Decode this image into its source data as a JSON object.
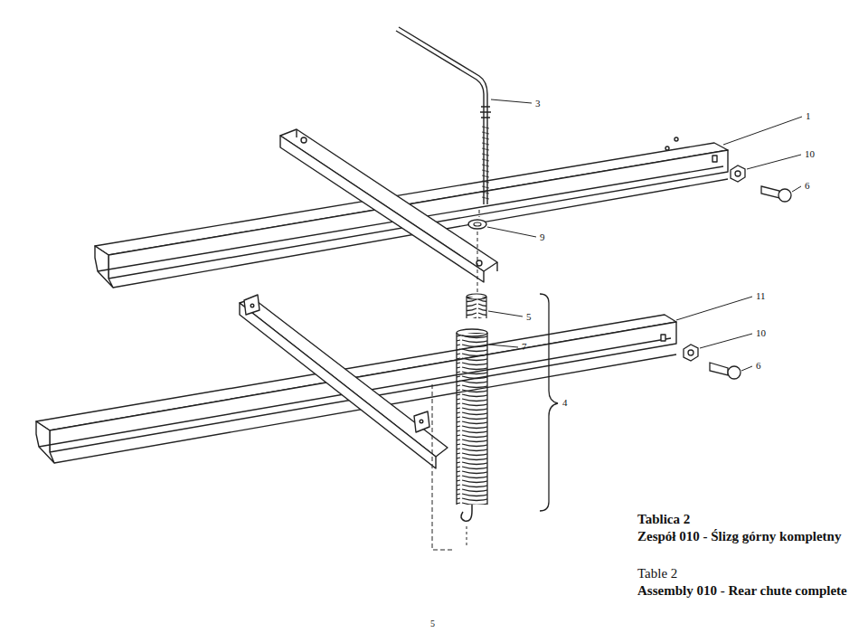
{
  "diagram": {
    "labels": [
      "3",
      "1",
      "10",
      "6",
      "9",
      "11",
      "5",
      "10",
      "6",
      "7",
      "4",
      "Tablica 2",
      "Zespół 010 - Ślizg górny kompletny",
      "Table 2",
      "Assembly 010 - Rear chute complete",
      "5"
    ]
  }
}
